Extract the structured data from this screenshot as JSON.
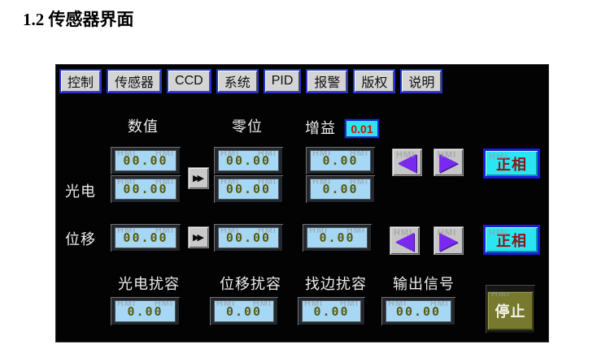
{
  "heading": "1.2 传感器界面",
  "tabs": [
    "控制",
    "传感器",
    "CCD",
    "系统",
    "PID",
    "报警",
    "版权",
    "说明"
  ],
  "header": {
    "value_col": "数值",
    "zero_col": "零位",
    "gain_label": "增益",
    "gain_value": "0.01"
  },
  "photo_row": {
    "label": "光电",
    "value_top": "00.00",
    "value_bottom": "00.00",
    "zero_top": "00.00",
    "zero_bottom": "00.00",
    "gain_top": "0.00",
    "gain_bottom": "0.00",
    "phase_button": "正相"
  },
  "disp_row": {
    "label": "位移",
    "value": "00.00",
    "zero": "00.00",
    "gain": "0.00",
    "phase_button": "正相"
  },
  "bottom": {
    "labels": [
      "光电扰容",
      "位移扰容",
      "找边扰容",
      "输出信号"
    ],
    "values": [
      "0.00",
      "0.00",
      "0.00",
      "00.00"
    ],
    "stop_button": "停止"
  },
  "icons": {
    "transfer_icon": "▶▶",
    "left_arrow_icon": "◀",
    "right_arrow_icon": "▶"
  },
  "watermark": "HMI",
  "colors": {
    "panel_bg": "#030303",
    "lcd_bg": "#a6d8f6",
    "lcd_digits": "#585a0e",
    "tab_border_blue": "#2433cc",
    "gain_bg_cyan": "#2fe3ef",
    "gain_text_red": "#cc1405",
    "phase_bg_cyan": "#2be6f2",
    "phase_text_red": "#8c1616",
    "arrow_purple": "#7a2af0",
    "stop_olive": "#76792e"
  }
}
